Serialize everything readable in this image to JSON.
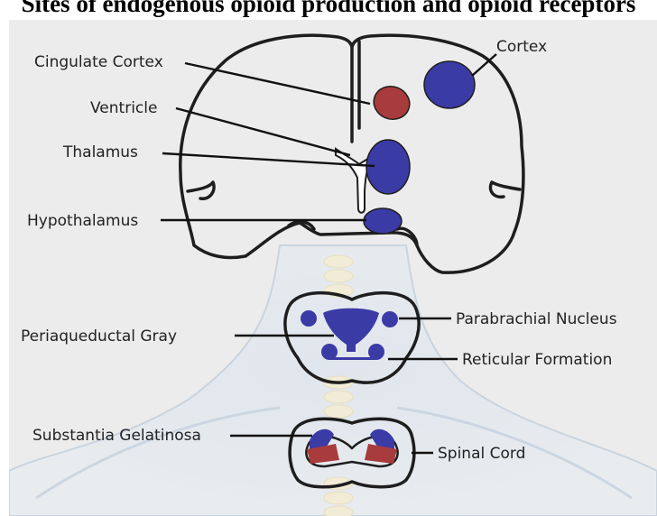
{
  "title": "Sites of endogenous opioid production and opioid receptors",
  "colors": {
    "opioid_receptor_blue": "#3b3ba6",
    "opioid_production_red": "#a83b3b",
    "background": "#ececec",
    "outline": "#1e1e1e"
  },
  "labels": {
    "cingulate_cortex": "Cingulate Cortex",
    "cortex": "Cortex",
    "ventricle": "Ventricle",
    "thalamus": "Thalamus",
    "hypothalamus": "Hypothalamus",
    "periaqueductal_gray": "Periaqueductal Gray",
    "parabrachial_nucleus": "Parabrachial Nucleus",
    "reticular_formation": "Reticular Formation",
    "substantia_gelatinosa": "Substantia Gelatinosa",
    "spinal_cord": "Spinal Cord"
  }
}
